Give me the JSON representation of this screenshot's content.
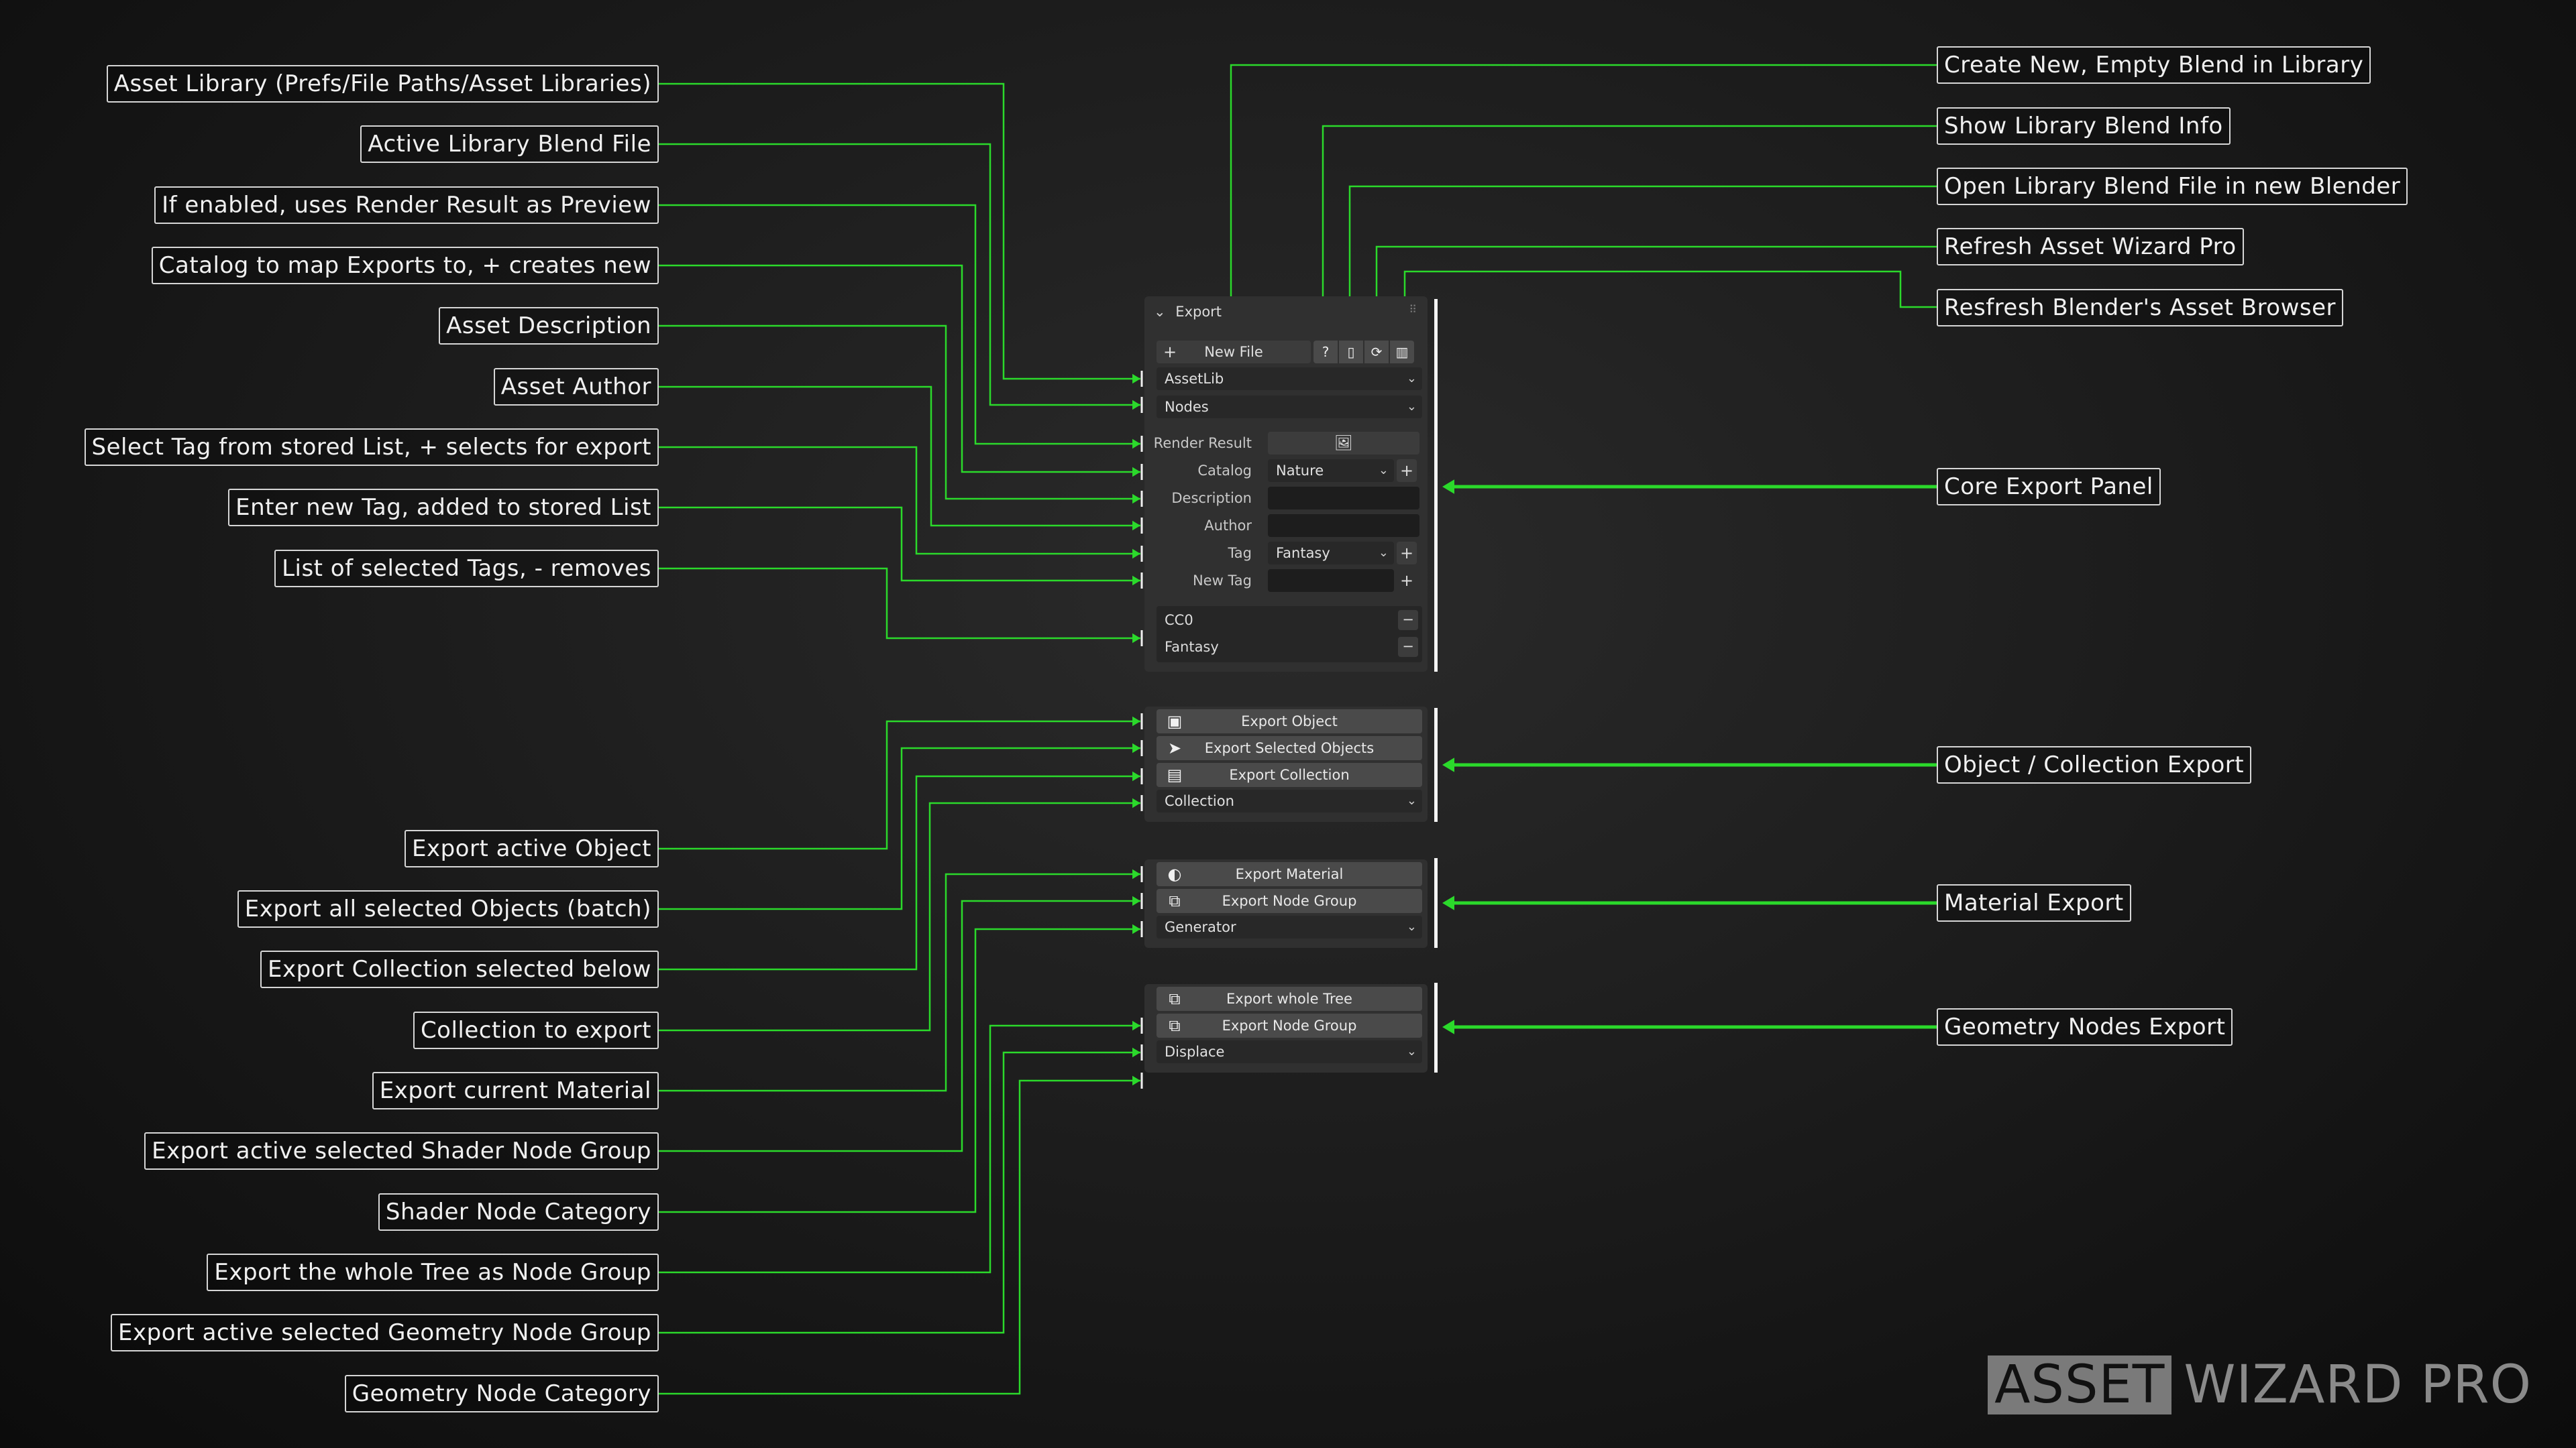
{
  "left_callouts": [
    "Asset Library (Prefs/File Paths/Asset Libraries)",
    "Active Library Blend File",
    "If enabled, uses Render Result as Preview",
    "Catalog to map Exports to, + creates new",
    "Asset Description",
    "Asset Author",
    "Select Tag from stored List, + selects for export",
    "Enter new Tag, added to stored List",
    "List of selected Tags, - removes",
    "Export active Object",
    "Export all selected Objects (batch)",
    "Export Collection selected below",
    "Collection to export",
    "Export current Material",
    "Export active selected Shader Node Group",
    "Shader Node Category",
    "Export the whole Tree as Node Group",
    "Export active selected Geometry Node Group",
    "Geometry Node Category"
  ],
  "right_callouts": [
    "Create New, Empty Blend in Library",
    "Show Library Blend Info",
    "Open Library Blend File in new Blender",
    "Refresh Asset Wizard Pro",
    "Resfresh Blender's Asset Browser",
    "Core Export Panel",
    "Object / Collection Export",
    "Material Export",
    "Geometry Nodes Export"
  ],
  "export_panel": {
    "header": "Export",
    "new_file_label": "New File",
    "library": "AssetLib",
    "blend_file": "Nodes",
    "labels": {
      "render_result": "Render Result",
      "catalog": "Catalog",
      "description": "Description",
      "author": "Author",
      "tag": "Tag",
      "new_tag": "New Tag"
    },
    "catalog_value": "Nature",
    "description_value": "",
    "author_value": "",
    "tag_value": "Fantasy",
    "new_tag_value": "",
    "selected_tags": [
      "CC0",
      "Fantasy"
    ]
  },
  "object_panel": {
    "export_object": "Export Object",
    "export_selected": "Export Selected Objects",
    "export_collection": "Export Collection",
    "collection_value": "Collection"
  },
  "material_panel": {
    "export_material": "Export Material",
    "export_node_group": "Export Node Group",
    "category_value": "Generator"
  },
  "geonodes_panel": {
    "export_whole_tree": "Export whole Tree",
    "export_node_group": "Export Node Group",
    "category_value": "Displace"
  },
  "brand": {
    "part1": "ASSET",
    "part2": "WIZARD PRO"
  },
  "colors": {
    "connector": "#2bd92b",
    "callout_border": "#d6d6d6",
    "panel_bg": "#303030"
  }
}
